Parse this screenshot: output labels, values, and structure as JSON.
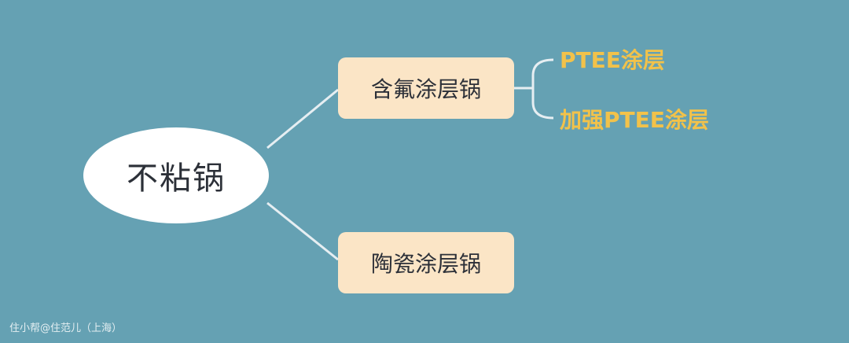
{
  "root": {
    "label": "不粘锅"
  },
  "branches": [
    {
      "label": "含氟涂层锅",
      "children": [
        "PTEE涂层",
        "加强PTEE涂层"
      ]
    },
    {
      "label": "陶瓷涂层锅",
      "children": []
    }
  ],
  "watermark": "住小帮@住范儿（上海）",
  "colors": {
    "background": "#65a1b3",
    "root_fill": "#ffffff",
    "branch_fill": "#fbe5c6",
    "leaf_text": "#f2c24a",
    "connector": "#e6eef2"
  }
}
